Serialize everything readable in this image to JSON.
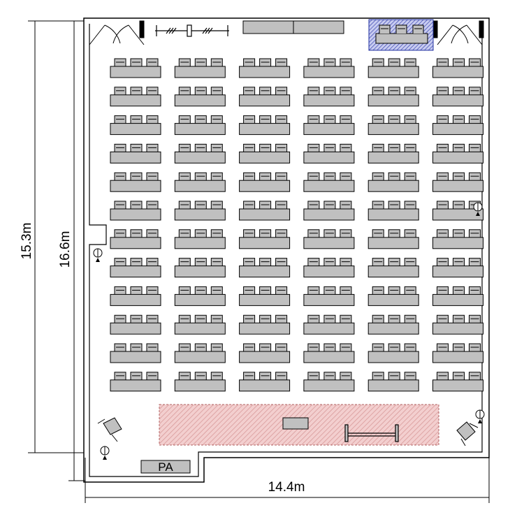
{
  "floor_plan": {
    "dimensions": {
      "outer_height": "16.6m",
      "inner_height": "15.3m",
      "width": "14.4m"
    },
    "seating": {
      "columns": 6,
      "rows": 12,
      "seats_per_table": 3
    },
    "equipment": {
      "pa_label": "PA"
    },
    "colors": {
      "wall": "#000000",
      "table_fill": "#c0c0c0",
      "stage_fill": "#f0c8c8",
      "stage_hatch": "#d9a0a0",
      "head_table_fill": "#9fa8e0",
      "head_table_hatch": "#3040a8"
    }
  }
}
